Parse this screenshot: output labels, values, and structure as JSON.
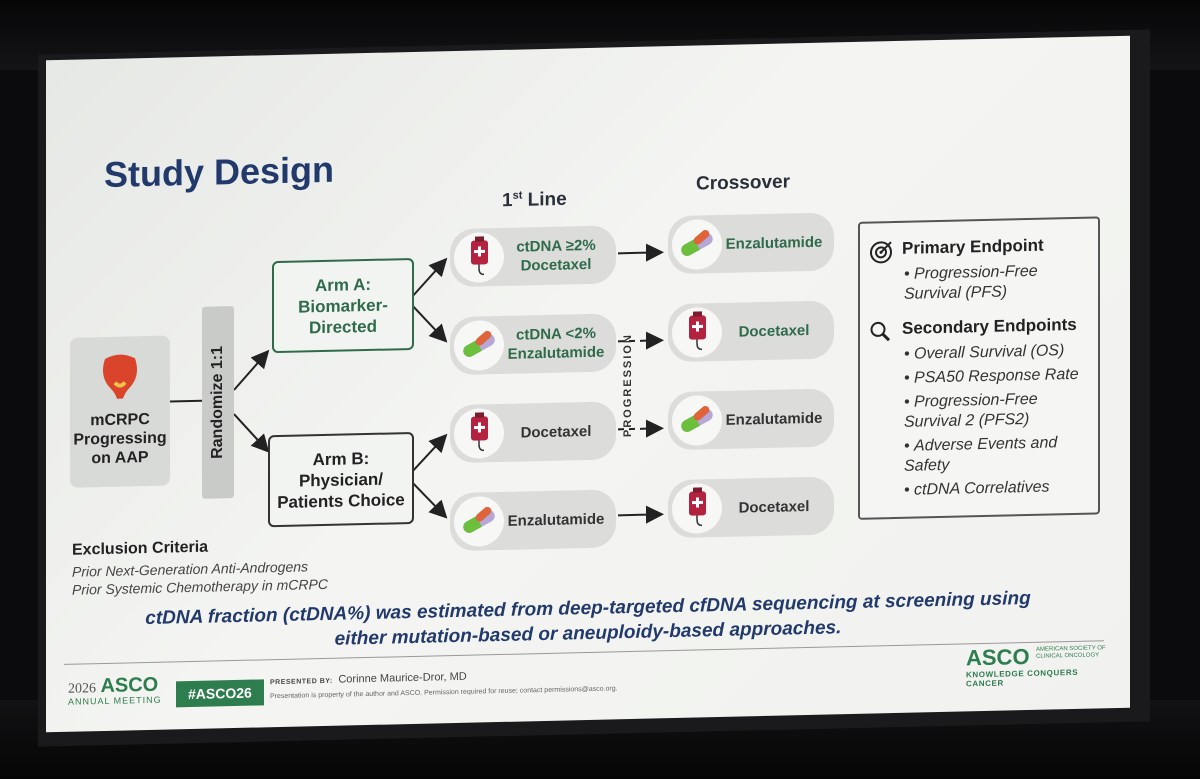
{
  "title": "Study Design",
  "columns": {
    "first_line": "1",
    "first_line_sup": "st",
    "first_line_rest": " Line",
    "crossover": "Crossover"
  },
  "population": {
    "label_l1": "mCRPC",
    "label_l2": "Progressing",
    "label_l3": "on AAP"
  },
  "randomize": "Randomize 1:1",
  "arms": {
    "a": {
      "l1": "Arm A:",
      "l2": "Biomarker-",
      "l3": "Directed"
    },
    "b": {
      "l1": "Arm B:",
      "l2": "Physician/",
      "l3": "Patients Choice"
    }
  },
  "first_line": [
    {
      "l1": "ctDNA ≥2%",
      "l2": "Docetaxel"
    },
    {
      "l1": "ctDNA <2%",
      "l2": "Enzalutamide"
    },
    {
      "l1": "Docetaxel",
      "l2": ""
    },
    {
      "l1": "Enzalutamide",
      "l2": ""
    }
  ],
  "crossover": [
    "Enzalutamide",
    "Docetaxel",
    "Enzalutamide",
    "Docetaxel"
  ],
  "progression": "PROGRESSION",
  "exclusion": {
    "heading": "Exclusion Criteria",
    "items": [
      "Prior Next-Generation Anti-Androgens",
      "Prior Systemic Chemotherapy in mCRPC"
    ]
  },
  "endpoints": {
    "primary_heading": "Primary Endpoint",
    "primary_items": [
      "Progression-Free Survival (PFS)"
    ],
    "secondary_heading": "Secondary Endpoints",
    "secondary_items": [
      "Overall Survival (OS)",
      "PSA50 Response Rate",
      "Progression-Free Survival 2 (PFS2)",
      "Adverse Events and Safety",
      "ctDNA Correlatives"
    ]
  },
  "note_l1": "ctDNA fraction (ctDNA%) was estimated from deep-targeted cfDNA sequencing at screening using",
  "note_l2": "either mutation-based or aneuploidy-based approaches.",
  "footer": {
    "year": "2026",
    "asco": "ASCO",
    "annual_meeting": "ANNUAL MEETING",
    "hashtag": "#ASCO26",
    "presented_by_label": "PRESENTED BY:",
    "presenter": "Corinne Maurice-Dror, MD",
    "disclaimer": "Presentation is property of the author and ASCO. Permission required for reuse; contact permissions@asco.org.",
    "logo": "ASCO",
    "society_l1": "AMERICAN SOCIETY OF",
    "society_l2": "CLINICAL ONCOLOGY",
    "tagline": "KNOWLEDGE CONQUERS CANCER"
  },
  "colors": {
    "navy": "#223a6b",
    "green": "#2f6b4a",
    "asco_green": "#2e7d4f",
    "bag_red": "#b3233f",
    "pill_lilac": "#b6a7d8",
    "pill_green": "#6cbf3a",
    "pill_orange": "#e0643a"
  },
  "icons": [
    "prostate-icon",
    "iv-bag-icon",
    "capsule-icon",
    "target-icon",
    "magnifier-icon"
  ]
}
